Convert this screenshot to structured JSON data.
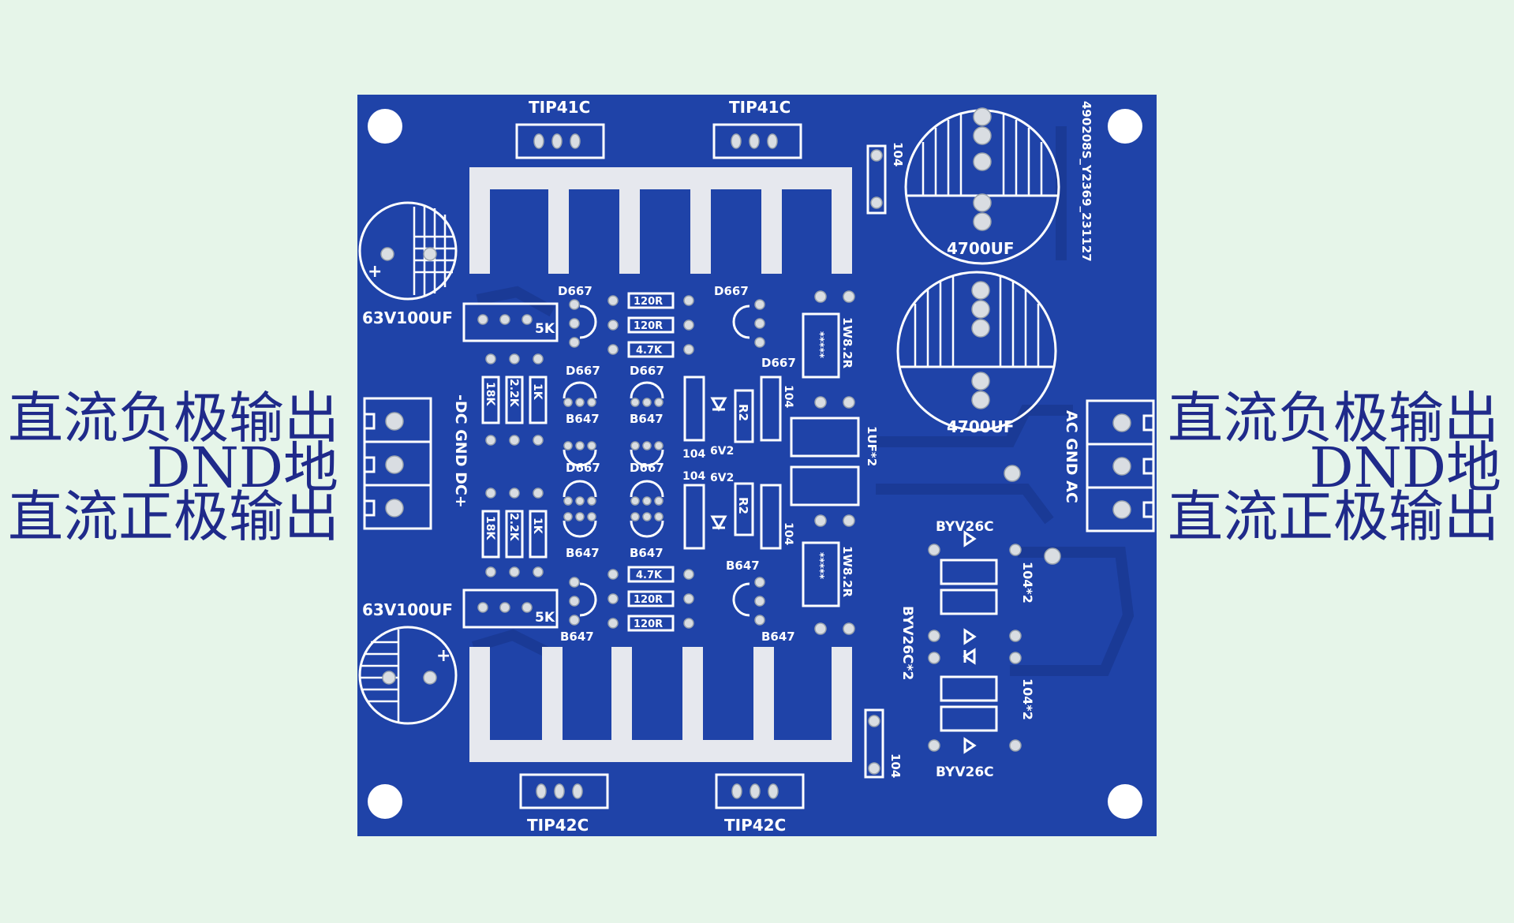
{
  "side_labels": {
    "left": {
      "neg": "直流负极输出",
      "gnd": "DND地",
      "pos": "直流正极输出"
    },
    "right": {
      "neg": "直流负极输出",
      "gnd": "DND地",
      "pos": "直流正极输出"
    }
  },
  "board": {
    "board_id": "490208S_Y2369_231127",
    "colors": {
      "pcb": "#1f43a8",
      "trace": "#1d3d9b",
      "silk": "#ffffff",
      "pad": "#d9dde2",
      "background": "#e6f5e9"
    },
    "silkscreen": {
      "tip41c_left": "TIP41C",
      "tip41c_right": "TIP41C",
      "tip42c_left": "TIP42C",
      "tip42c_right": "TIP42C",
      "cap_top_left": "63V100UF",
      "cap_bottom_left": "63V100UF",
      "plus": "+",
      "cap_big_top": "4700UF",
      "cap_big_bottom": "4700UF",
      "dc_terminal": "-DC GND DC+",
      "ac_terminal": "AC GND AC",
      "trim_top": "5K",
      "trim_bottom": "5K",
      "d667": "D667",
      "b647": "B647",
      "r120": "120R",
      "r47k": "4.7K",
      "r18k": "18K",
      "r22k": "2.2K",
      "r1k": "1K",
      "r2": "R2",
      "c104": "104",
      "c104x2": "104*2",
      "cap_1uf": "1UF*2",
      "res_1w": "1W8.2R",
      "stars": "*****",
      "zener": "6V2",
      "diode": "BYV26C",
      "diode_x2": "BYV26C*2"
    }
  }
}
